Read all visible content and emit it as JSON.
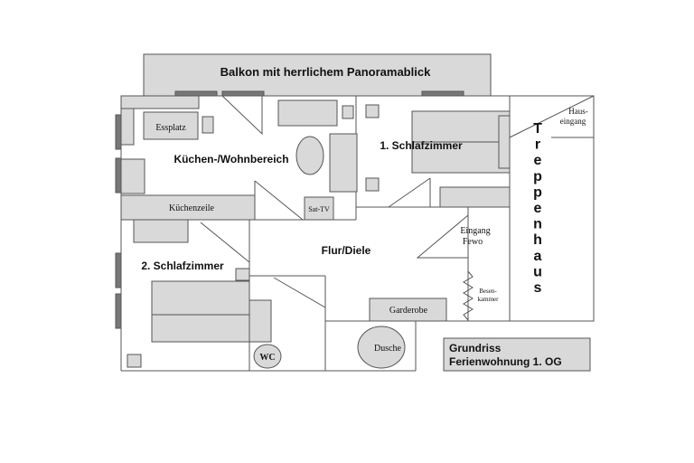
{
  "rooms": {
    "balcony": "Balkon mit herrlichem  Panoramablick",
    "kitchen_living": "Küchen-/Wohnbereich",
    "dining": "Essplatz",
    "kitchenette": "Küchenzeile",
    "sat_tv": "Sat-TV",
    "bedroom1": "1. Schlafzimmer",
    "bedroom2": "2. Schlafzimmer",
    "hallway": "Flur/Diele",
    "entrance_line1": "Eingang",
    "entrance_line2": "Fewo",
    "broom_line1": "Besen-",
    "broom_line2": "kammer",
    "wardrobe": "Garderobe",
    "wc": "WC",
    "shower": "Dusche",
    "house_entrance_line1": "Haus-",
    "house_entrance_line2": "eingang",
    "staircase_letters": [
      "T",
      "r",
      "e",
      "p",
      "p",
      "e",
      "n",
      "h",
      "a",
      "u",
      "s"
    ]
  },
  "caption": {
    "line1": "Grundriss",
    "line2": "Ferienwohnung  1. OG"
  },
  "colors": {
    "fill": "#d9d9d9",
    "window": "#777777",
    "wall": "#555555"
  }
}
